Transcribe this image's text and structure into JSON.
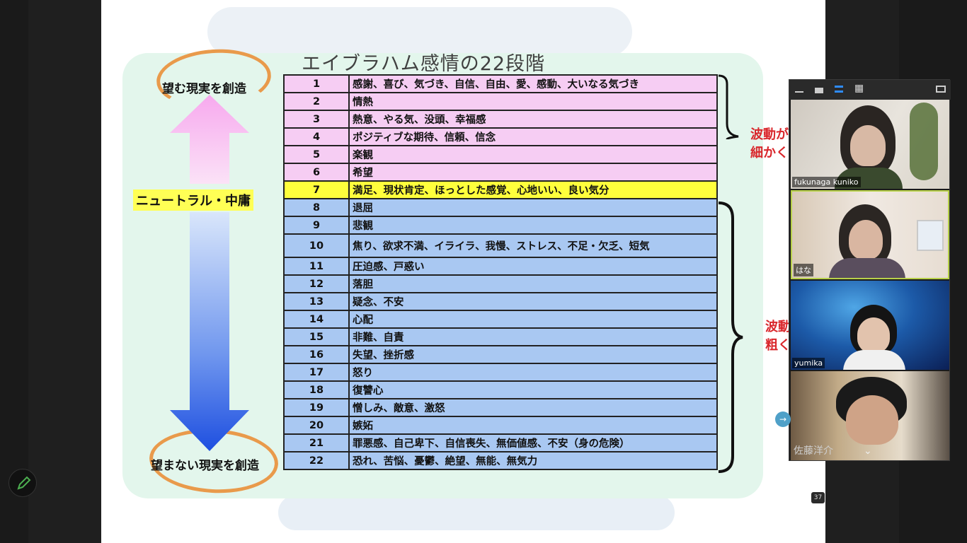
{
  "slide": {
    "title": "エイブラハム感情の22段階",
    "label_top": "望む現実を創造",
    "label_neutral": "ニュートラル・中庸",
    "label_bottom": "望まない現実を創造",
    "side_top_line1": "波動が",
    "side_top_line2": "細かく軽",
    "side_bottom_line1": "波動",
    "side_bottom_line2": "粗く",
    "colors": {
      "pink": "#f6cdf3",
      "yellow": "#ffff3c",
      "blue": "#a9c8f2",
      "orange": "#e99a4b",
      "red": "#d9262b"
    }
  },
  "table": {
    "rows": [
      {
        "num": "1",
        "text": "感謝、喜び、気づき、自信、自由、愛、感動、大いなる気づき",
        "band": "pink"
      },
      {
        "num": "2",
        "text": "情熱",
        "band": "pink"
      },
      {
        "num": "3",
        "text": "熱意、やる気、没頭、幸福感",
        "band": "pink"
      },
      {
        "num": "4",
        "text": "ポジティブな期待、信頼、信念",
        "band": "pink"
      },
      {
        "num": "5",
        "text": "楽観",
        "band": "pink"
      },
      {
        "num": "6",
        "text": "希望",
        "band": "pink"
      },
      {
        "num": "7",
        "text": "満足、現状肯定、ほっとした感覚、心地いい、良い気分",
        "band": "yellow"
      },
      {
        "num": "8",
        "text": "退屈",
        "band": "blue"
      },
      {
        "num": "9",
        "text": "悲観",
        "band": "blue"
      },
      {
        "num": "10",
        "text": "焦り、欲求不満、イライラ、我慢、ストレス、不足・欠乏、短気",
        "band": "blue"
      },
      {
        "num": "11",
        "text": "圧迫感、戸惑い",
        "band": "blue"
      },
      {
        "num": "12",
        "text": "落胆",
        "band": "blue"
      },
      {
        "num": "13",
        "text": "疑念、不安",
        "band": "blue"
      },
      {
        "num": "14",
        "text": "心配",
        "band": "blue"
      },
      {
        "num": "15",
        "text": "非難、自責",
        "band": "blue"
      },
      {
        "num": "16",
        "text": "失望、挫折感",
        "band": "blue"
      },
      {
        "num": "17",
        "text": "怒り",
        "band": "blue"
      },
      {
        "num": "18",
        "text": "復讐心",
        "band": "blue"
      },
      {
        "num": "19",
        "text": "憎しみ、敵意、激怒",
        "band": "blue"
      },
      {
        "num": "20",
        "text": "嫉妬",
        "band": "blue"
      },
      {
        "num": "21",
        "text": "罪悪感、自己卑下、自信喪失、無価値感、不安（身の危険）",
        "band": "blue"
      },
      {
        "num": "22",
        "text": "恐れ、苦悩、憂鬱、絶望、無能、無気力",
        "band": "blue"
      }
    ]
  },
  "gallery": {
    "participants": [
      {
        "name": "fukunaga kuniko"
      },
      {
        "name": "はな"
      },
      {
        "name": "yumika"
      },
      {
        "name": "佐藤洋介"
      }
    ],
    "page_counter": "37"
  }
}
